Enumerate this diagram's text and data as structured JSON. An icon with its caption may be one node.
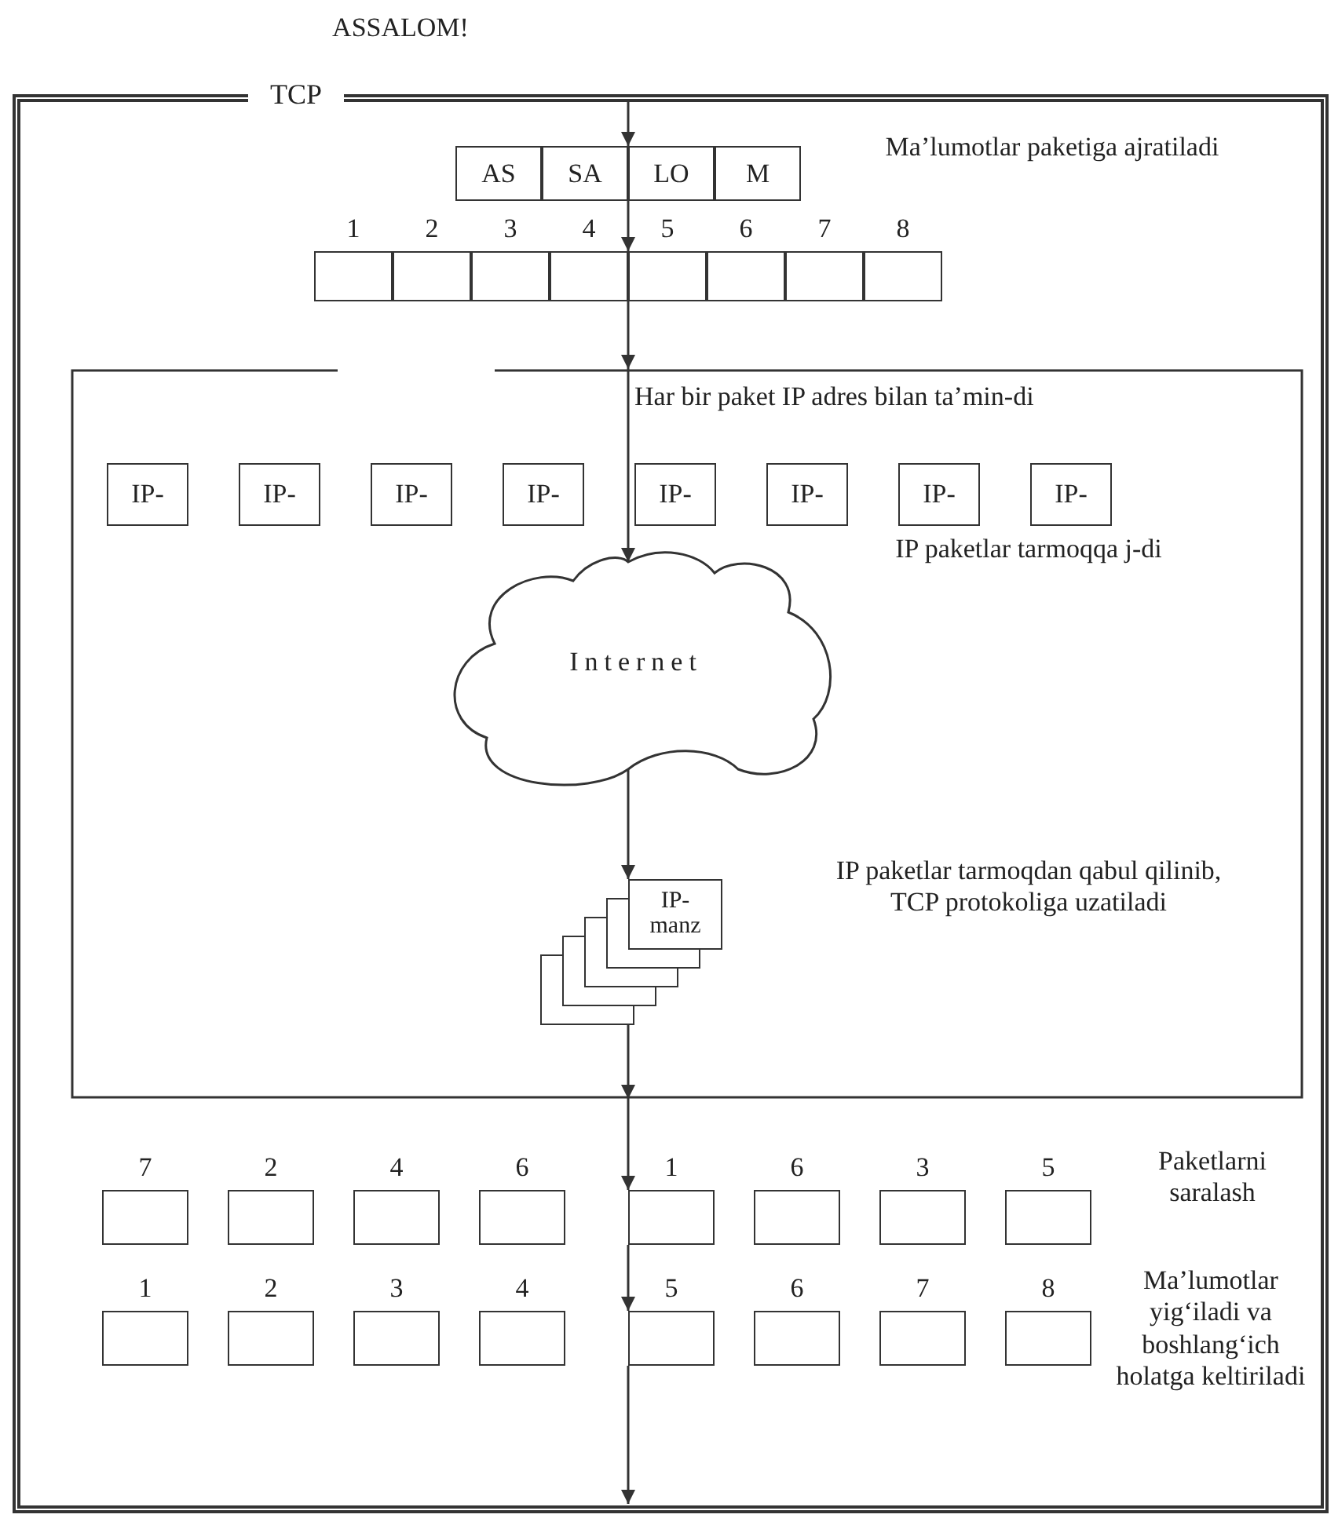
{
  "diagram": {
    "nodes": [
      {
        "text": [
          "TCP"
        ]
      },
      {
        "text": [],
        "shape": "box",
        "in": 0
      },
      {
        "text": [
          "AS"
        ],
        "in": 0
      },
      {
        "text": [
          "SA"
        ],
        "in": 0
      },
      {
        "text": [
          "LO"
        ],
        "in": 0
      },
      {
        "text": [
          "M"
        ],
        "in": 0
      },
      {
        "text": [],
        "shape": "box",
        "in": 0,
        "beside": [
          "1"
        ]
      },
      {
        "text": [],
        "shape": "box",
        "in": 0,
        "beside": [
          "2"
        ]
      },
      {
        "text": [],
        "shape": "box",
        "in": 0,
        "beside": [
          "3"
        ]
      },
      {
        "text": [],
        "shape": "box",
        "in": 0,
        "beside": [
          "4"
        ]
      },
      {
        "text": [],
        "shape": "box",
        "in": 0,
        "beside": [
          "5"
        ]
      },
      {
        "text": [],
        "shape": "box",
        "in": 0,
        "beside": [
          "6"
        ]
      },
      {
        "text": [],
        "shape": "box",
        "in": 0,
        "beside": [
          "7"
        ]
      },
      {
        "text": [],
        "shape": "box",
        "in": 0,
        "beside": [
          "8"
        ]
      },
      {
        "text": [
          "IP-"
        ],
        "in": 1
      },
      {
        "text": [
          "IP-"
        ],
        "in": 1
      },
      {
        "text": [
          "IP-"
        ],
        "in": 1
      },
      {
        "text": [
          "IP-"
        ],
        "in": 1
      },
      {
        "text": [
          "IP-"
        ],
        "in": 1
      },
      {
        "text": [
          "IP-"
        ],
        "in": 1
      },
      {
        "text": [
          "IP-"
        ],
        "in": 1
      },
      {
        "text": [
          "IP-"
        ],
        "in": 1
      },
      {
        "text": [
          "Internet"
        ],
        "in": 1
      },
      {
        "text": [
          "IP- manz"
        ],
        "in": 1
      },
      {
        "text": [],
        "shape": "box",
        "in": 0,
        "beside": [
          "7"
        ]
      },
      {
        "text": [],
        "shape": "box",
        "in": 0,
        "beside": [
          "2"
        ]
      },
      {
        "text": [],
        "shape": "box",
        "in": 0,
        "beside": [
          "4"
        ]
      },
      {
        "text": [],
        "shape": "box",
        "in": 0,
        "beside": [
          "6"
        ]
      },
      {
        "text": [],
        "shape": "box",
        "in": 0,
        "beside": [
          "1"
        ]
      },
      {
        "text": [],
        "shape": "box",
        "in": 0,
        "beside": [
          "6"
        ]
      },
      {
        "text": [],
        "shape": "box",
        "in": 0,
        "beside": [
          "3"
        ]
      },
      {
        "text": [],
        "shape": "box",
        "in": 0,
        "beside": [
          "5"
        ]
      },
      {
        "text": [],
        "shape": "box",
        "in": 0,
        "beside": [
          "1"
        ]
      },
      {
        "text": [],
        "shape": "box",
        "in": 0,
        "beside": [
          "2"
        ]
      },
      {
        "text": [],
        "shape": "box",
        "in": 0,
        "beside": [
          "3"
        ]
      },
      {
        "text": [],
        "shape": "box",
        "in": 0,
        "beside": [
          "4"
        ]
      },
      {
        "text": [],
        "shape": "box",
        "in": 0,
        "beside": [
          "5"
        ]
      },
      {
        "text": [],
        "shape": "box",
        "in": 0,
        "beside": [
          "6"
        ]
      },
      {
        "text": [],
        "shape": "box",
        "in": 0,
        "beside": [
          "7"
        ]
      },
      {
        "text": [],
        "shape": "box",
        "in": 0,
        "beside": [
          "8"
        ]
      }
    ],
    "edges": [
      {
        "from": null,
        "to": 4,
        "arrow": "to"
      },
      {
        "from": 4,
        "to": 10,
        "arrow": "to"
      },
      {
        "from": 10,
        "to": 1,
        "arrow": "to"
      },
      {
        "from": 1,
        "to": 22,
        "arrow": "to"
      },
      {
        "from": 22,
        "to": 23,
        "arrow": "to"
      },
      {
        "from": 23,
        "to": 1,
        "arrow": "to"
      },
      {
        "from": 1,
        "to": 28,
        "arrow": "to"
      },
      {
        "from": 28,
        "to": 36,
        "arrow": "to"
      },
      {
        "from": 36,
        "to": null,
        "arrow": "to"
      }
    ],
    "labels": [
      "ASSALOM!",
      "Ma’lumotlar paketiga ajratiladi",
      "Har bir paket IP adres bilan ta’min-di",
      "IP paketlar tarmoqqa j-di",
      "IP paketlar tarmoqdan qabul qilinib, TCP protokoliga uzatiladi",
      "Paketlarni saralash",
      "Ma’lumotlar yig‘iladi va boshlang‘ich holatga keltiriladi"
    ]
  }
}
